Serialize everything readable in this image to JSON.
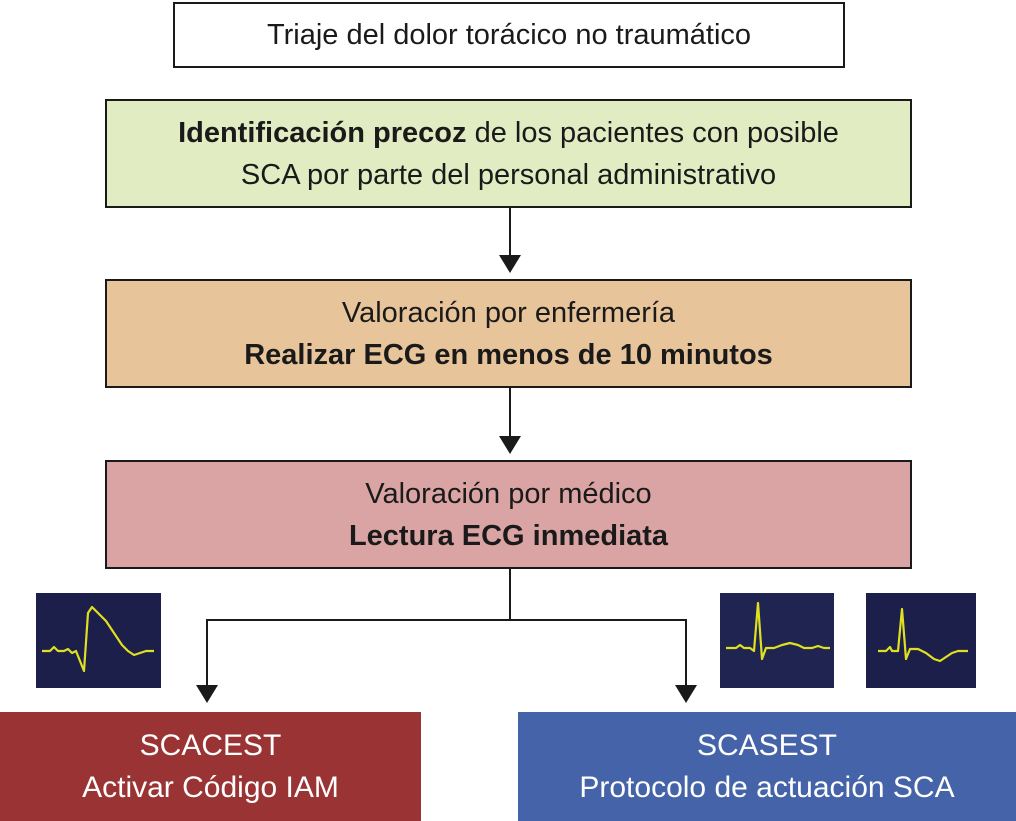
{
  "title": "Triaje del dolor torácico no traumático",
  "step1": {
    "bold": "Identificación precoz",
    "text_line1": " de los pacientes con posible",
    "text_line2": "SCA por parte del personal administrativo"
  },
  "step2": {
    "line1": "Valoración por enfermería",
    "line2": "Realizar ECG en menos de 10 minutos"
  },
  "step3": {
    "line1": "Valoración por médico",
    "line2": "Lectura ECG inmediata"
  },
  "outcome_left": {
    "line1": "SCACEST",
    "line2": "Activar Código IAM"
  },
  "outcome_right": {
    "line1": "SCASEST",
    "line2": "Protocolo de actuación SCA"
  },
  "colors": {
    "green_box": "#e2ecc3",
    "orange_box": "#e8c49b",
    "pink_box": "#dba4a4",
    "red_outcome": "#9a3434",
    "blue_outcome": "#4463a8",
    "ecg_trace": "#e0e020",
    "ecg_background": "#1c1f4a"
  },
  "icons": [
    "ecg-st-elevation-icon",
    "ecg-normal-icon",
    "ecg-t-inversion-icon"
  ]
}
